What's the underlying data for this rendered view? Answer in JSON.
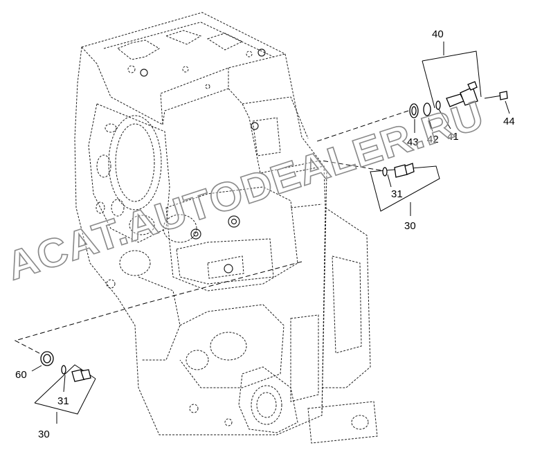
{
  "callouts": {
    "c40": "40",
    "c44": "44",
    "c43": "43",
    "c42": "42",
    "c41": "41",
    "c31_right": "31",
    "c30_right": "30",
    "c60": "60",
    "c31_left": "31",
    "c30_left": "30"
  },
  "watermark": {
    "text": "ACAT.AUTODEALER.RU",
    "color": "#8a8a8a"
  }
}
